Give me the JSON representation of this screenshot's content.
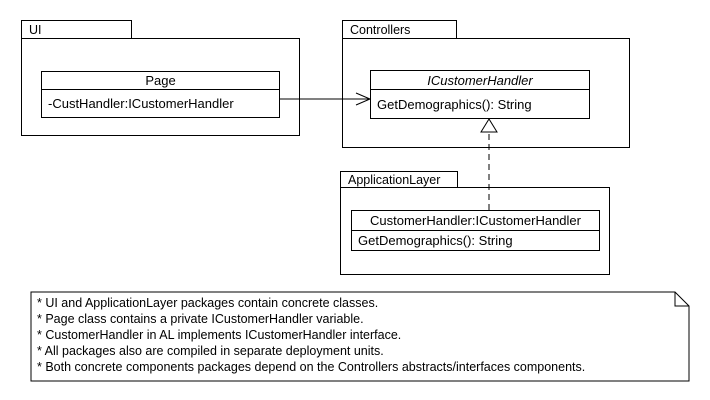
{
  "packages": {
    "ui": {
      "label": "UI"
    },
    "controllers": {
      "label": "Controllers"
    },
    "application_layer": {
      "label": "ApplicationLayer"
    }
  },
  "classes": {
    "page": {
      "title": "Page",
      "attribute": "-CustHandler:ICustomerHandler"
    },
    "icustomer_handler": {
      "title": "ICustomerHandler",
      "method": "GetDemographics(): String"
    },
    "customer_handler": {
      "title": "CustomerHandler:ICustomerHandler",
      "method": "GetDemographics(): String"
    }
  },
  "note": {
    "lines": [
      "* UI and ApplicationLayer packages contain concrete classes.",
      "* Page class contains a private ICustomerHandler variable.",
      "* CustomerHandler in AL implements ICustomerHandler interface.",
      "* All packages also are compiled in separate deployment units.",
      "* Both concrete components packages depend on the Controllers abstracts/interfaces components."
    ]
  },
  "colors": {
    "stroke": "#000000",
    "fill": "#ffffff",
    "background": "#ffffff"
  }
}
